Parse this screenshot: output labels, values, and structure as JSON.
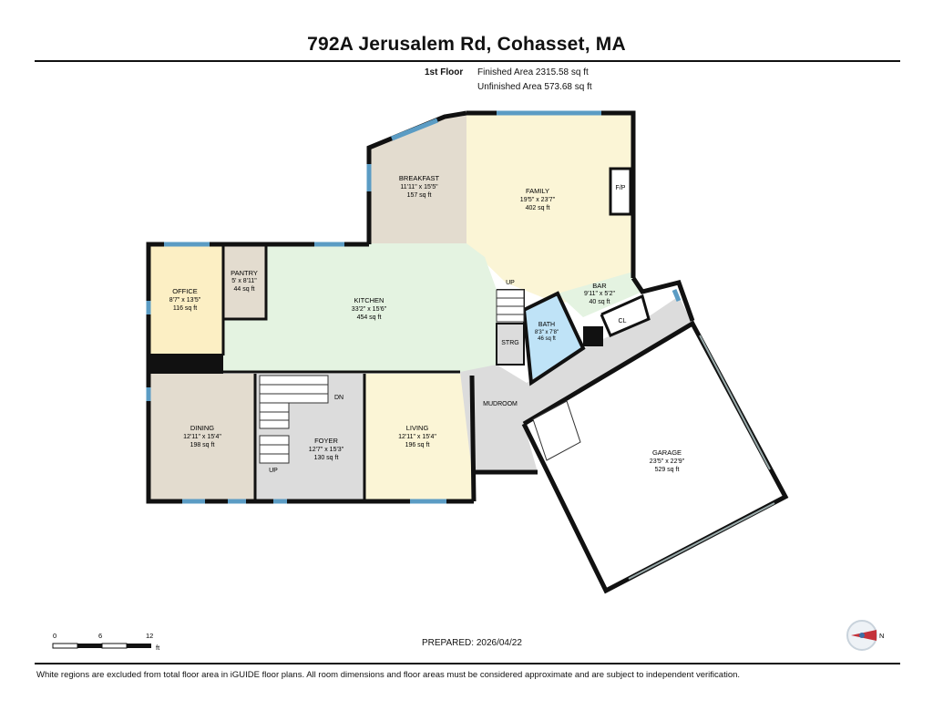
{
  "header": {
    "title": "792A Jerusalem Rd, Cohasset, MA",
    "floor": "1st Floor",
    "finished_area": "Finished Area 2315.58 sq ft",
    "unfinished_area": "Unfinished Area 573.68 sq ft"
  },
  "rooms": {
    "breakfast": {
      "name": "BREAKFAST",
      "dims": "11'11\" x 15'5\"",
      "area": "157 sq ft"
    },
    "family": {
      "name": "FAMILY",
      "dims": "19'5\" x 23'7\"",
      "area": "402 sq ft"
    },
    "pantry": {
      "name": "PANTRY",
      "dims": "5' x 8'11\"",
      "area": "44 sq ft"
    },
    "office": {
      "name": "OFFICE",
      "dims": "8'7\" x 13'5\"",
      "area": "116 sq ft"
    },
    "kitchen": {
      "name": "KITCHEN",
      "dims": "33'2\" x 15'6\"",
      "area": "454 sq ft"
    },
    "bar": {
      "name": "BAR",
      "dims": "9'11\" x 5'2\"",
      "area": "40 sq ft"
    },
    "bath": {
      "name": "BATH",
      "dims": "8'3\" x 7'8\"",
      "area": "46 sq ft"
    },
    "dining": {
      "name": "DINING",
      "dims": "12'11\" x 15'4\"",
      "area": "198 sq ft"
    },
    "foyer": {
      "name": "FOYER",
      "dims": "12'7\" x 15'3\"",
      "area": "130 sq ft"
    },
    "living": {
      "name": "LIVING",
      "dims": "12'11\" x 15'4\"",
      "area": "196 sq ft"
    },
    "garage": {
      "name": "GARAGE",
      "dims": "23'5\" x 22'9\"",
      "area": "529 sq ft"
    }
  },
  "labels": {
    "mudroom": "MUDROOM",
    "strg": "STRG",
    "cl": "CL",
    "fp": "F/P",
    "up1": "UP",
    "up2": "UP",
    "dn": "DN"
  },
  "scale": {
    "tick0": "0",
    "tick1": "6",
    "tick2": "12",
    "unit": "ft"
  },
  "prepared": "PREPARED: 2026/04/22",
  "compass": {
    "north": "N"
  },
  "footer": "White regions are excluded from total floor area in iGUIDE floor plans. All room dimensions and floor areas must be considered approximate and are subject to independent verification.",
  "colors": {
    "wall": "#111111",
    "window": "#5b9cc4",
    "breakfast": "#e3dccf",
    "family": "#fbf5d6",
    "office": "#fcefc4",
    "pantry": "#e3dccf",
    "kitchen": "#e4f3e1",
    "bar": "#e4f3e1",
    "bath": "#bfe3f7",
    "dining": "#e3dccf",
    "living": "#fbf5d6",
    "circulation": "#dcdcdc",
    "garage": "#ffffff"
  }
}
